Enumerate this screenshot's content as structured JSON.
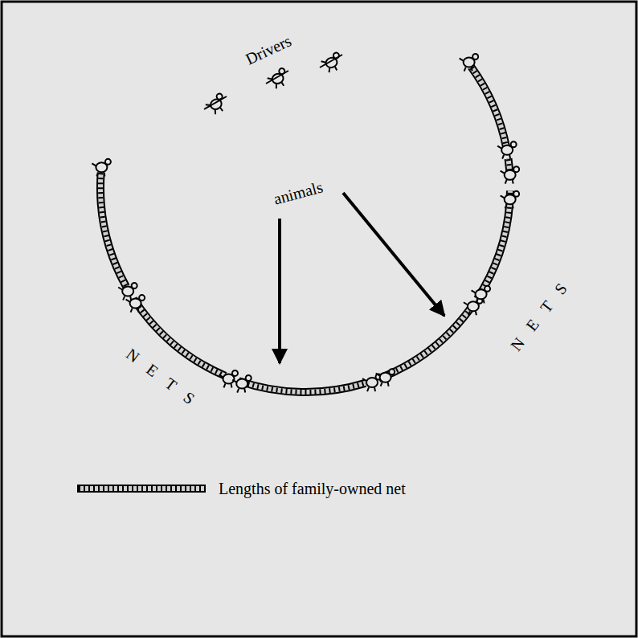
{
  "diagram": {
    "labels": [
      "Drivers",
      "animals",
      "N E T S",
      "N E T S"
    ],
    "legend": [
      {
        "text": "Lengths of family-owned net"
      }
    ]
  }
}
